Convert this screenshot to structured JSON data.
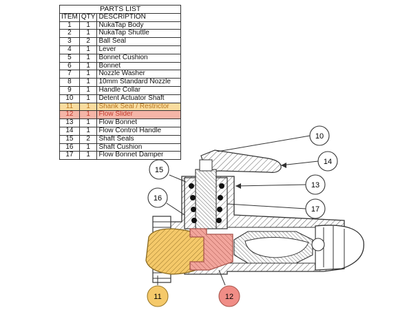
{
  "parts_list": {
    "title": "PARTS LIST",
    "headers": [
      "ITEM",
      "QTY",
      "DESCRIPTION"
    ],
    "rows": [
      {
        "item": "1",
        "qty": "1",
        "description": "NukaTap Body"
      },
      {
        "item": "2",
        "qty": "1",
        "description": "NukaTap Shuttle"
      },
      {
        "item": "3",
        "qty": "2",
        "description": "Ball Seal"
      },
      {
        "item": "4",
        "qty": "1",
        "description": "Lever"
      },
      {
        "item": "5",
        "qty": "1",
        "description": "Bonnet Cushion"
      },
      {
        "item": "6",
        "qty": "1",
        "description": "Bonnet"
      },
      {
        "item": "7",
        "qty": "1",
        "description": "Nozzle Washer"
      },
      {
        "item": "8",
        "qty": "1",
        "description": "10mm Standard Nozzle"
      },
      {
        "item": "9",
        "qty": "1",
        "description": "Handle Collar"
      },
      {
        "item": "10",
        "qty": "1",
        "description": "Detent Actuator Shaft"
      },
      {
        "item": "11",
        "qty": "1",
        "description": "Shank Seal / Restrictor",
        "highlight": "#f9dc9e"
      },
      {
        "item": "12",
        "qty": "1",
        "description": "Flow Slider",
        "highlight": "#f5b5a7"
      },
      {
        "item": "13",
        "qty": "1",
        "description": "Flow Bonnet"
      },
      {
        "item": "14",
        "qty": "1",
        "description": "Flow Control Handle"
      },
      {
        "item": "15",
        "qty": "2",
        "description": "Shaft Seals"
      },
      {
        "item": "16",
        "qty": "1",
        "description": "Shaft Cushion"
      },
      {
        "item": "17",
        "qty": "1",
        "description": "Flow Bonnet Damper"
      }
    ]
  },
  "callouts": {
    "c10": "10",
    "c14": "14",
    "c13": "13",
    "c17": "17",
    "c15": "15",
    "c16": "16",
    "c11": "11",
    "c12": "12"
  },
  "colors": {
    "shank_seal": "#f5c96a",
    "flow_slider": "#f08d86",
    "line": "#333333"
  }
}
